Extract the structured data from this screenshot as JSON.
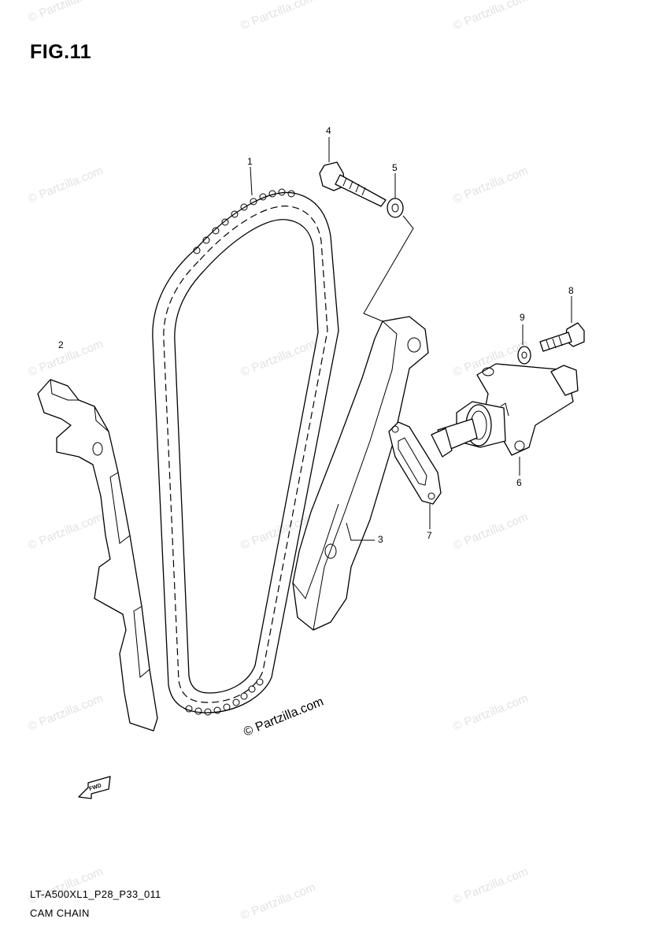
{
  "figure": {
    "title": "FIG.11"
  },
  "footer": {
    "code": "LT-A500XL1_P28_P33_011",
    "name": "CAM CHAIN"
  },
  "watermark": {
    "text": "© Partzilla.com"
  },
  "fwd_arrow": {
    "label": "FWD"
  },
  "callouts": [
    {
      "number": "1"
    },
    {
      "number": "2"
    },
    {
      "number": "3"
    },
    {
      "number": "4"
    },
    {
      "number": "5"
    },
    {
      "number": "6"
    },
    {
      "number": "7"
    },
    {
      "number": "8"
    },
    {
      "number": "9"
    }
  ]
}
